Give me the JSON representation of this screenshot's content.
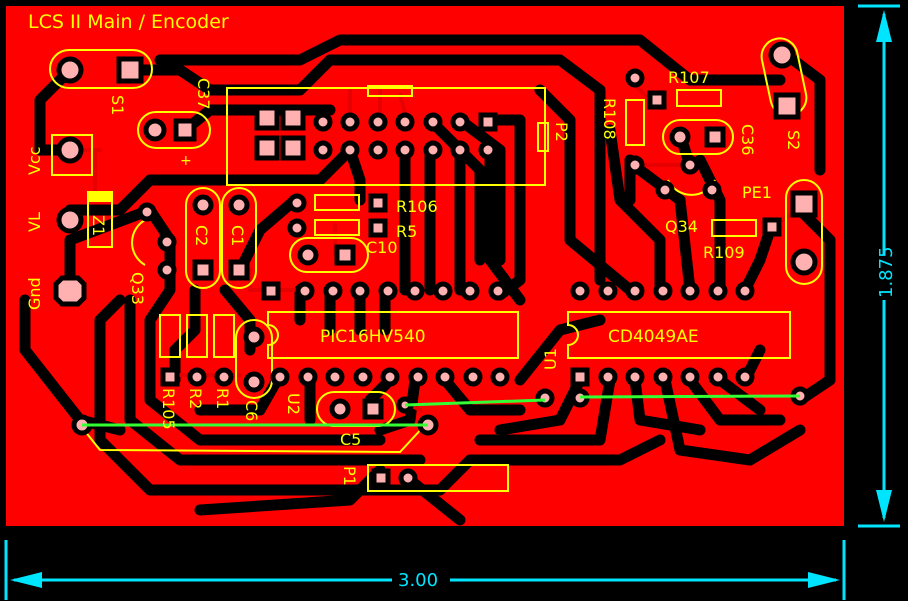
{
  "board": {
    "title": "LCS II Main / Encoder",
    "width_label": "3.00",
    "height_label": "1.875"
  },
  "colors": {
    "copper": "#ff0000",
    "silkscreen": "#ffff00",
    "dimension": "#00e5ff",
    "jumper": "#33ff33",
    "background": "#000000"
  },
  "labels": {
    "s1": "S1",
    "s2": "S2",
    "c37": "C37",
    "c36": "C36",
    "c2": "C2",
    "c1": "C1",
    "c10": "C10",
    "c5": "C5",
    "c6": "C6",
    "r107": "R107",
    "r108": "R108",
    "r106": "R106",
    "r5": "R5",
    "r109": "R109",
    "r105": "R105",
    "r2": "R2",
    "r1": "R1",
    "z1": "Z1",
    "q33": "Q33",
    "q34": "Q34",
    "pe1": "PE1",
    "p1": "P1",
    "p2": "P2",
    "u1": "U1",
    "u2": "U2",
    "vcc": "Vcc",
    "vl": "VL",
    "gnd": "Gnd",
    "plus": "+",
    "pic": "PIC16HV540",
    "cd": "CD4049AE"
  }
}
